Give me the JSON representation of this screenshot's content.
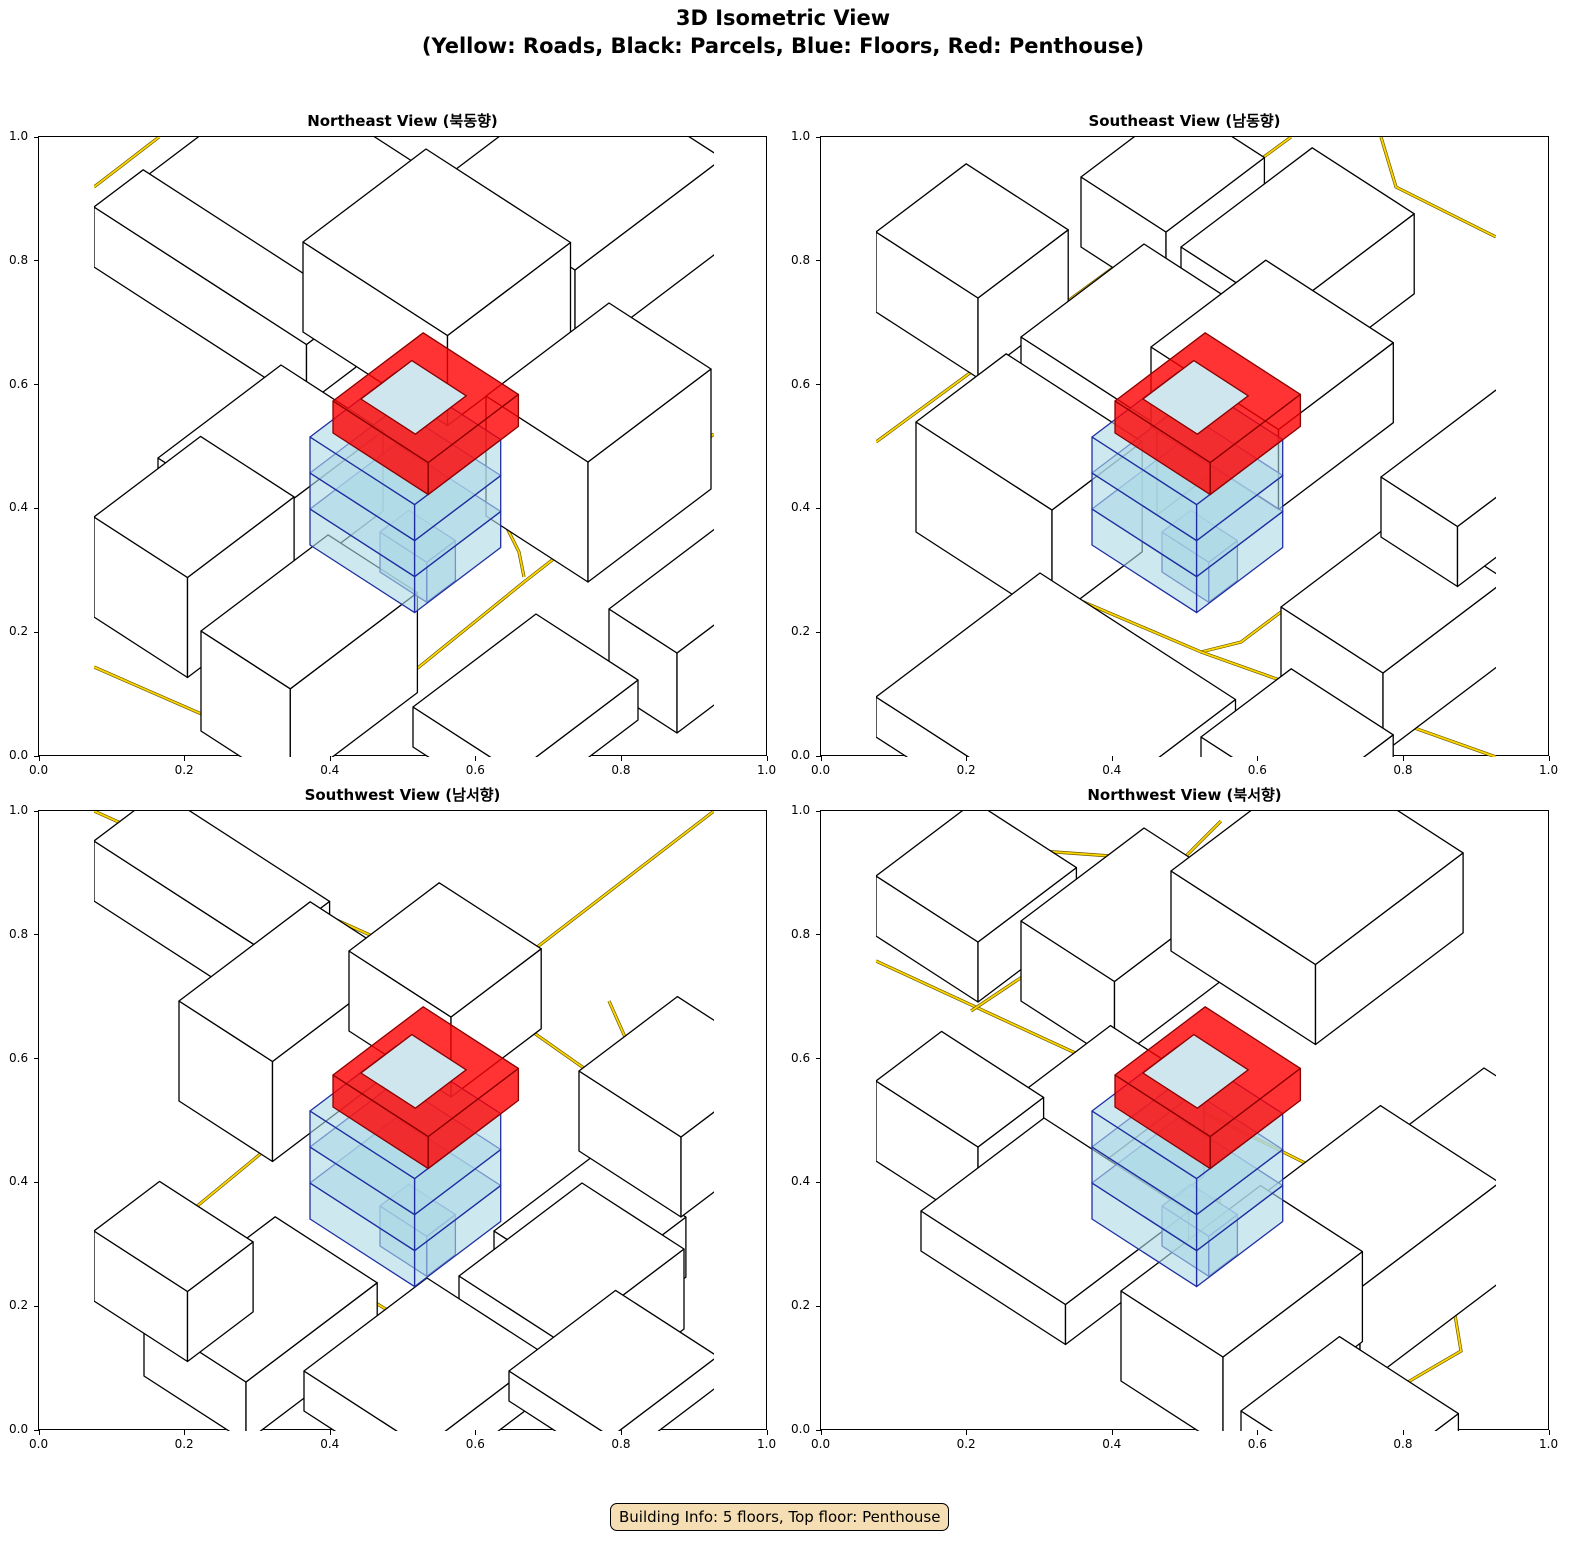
{
  "figure": {
    "title_line1": "3D Isometric View",
    "title_line2": "(Yellow: Roads, Black: Parcels, Blue: Floors, Red: Penthouse)"
  },
  "panels": [
    {
      "title": "Northeast View (북동향)"
    },
    {
      "title": "Southeast View (남동향)"
    },
    {
      "title": "Southwest View (남서향)"
    },
    {
      "title": "Northwest View (북서향)"
    }
  ],
  "axes": {
    "x_ticks": [
      "0.0",
      "0.2",
      "0.4",
      "0.6",
      "0.8",
      "1.0"
    ],
    "y_ticks": [
      "0.0",
      "0.2",
      "0.4",
      "0.6",
      "0.8",
      "1.0"
    ]
  },
  "legend_colors": {
    "roads": "#ffd700",
    "parcels": "#000000",
    "floors": "#add8e6",
    "floor_edges": "#1f2fa0",
    "penthouse": "#ff0000"
  },
  "building": {
    "floors": 5,
    "top_floor": "Penthouse"
  },
  "info_box": {
    "text": "Building Info: 5 floors, Top floor: Penthouse"
  }
}
